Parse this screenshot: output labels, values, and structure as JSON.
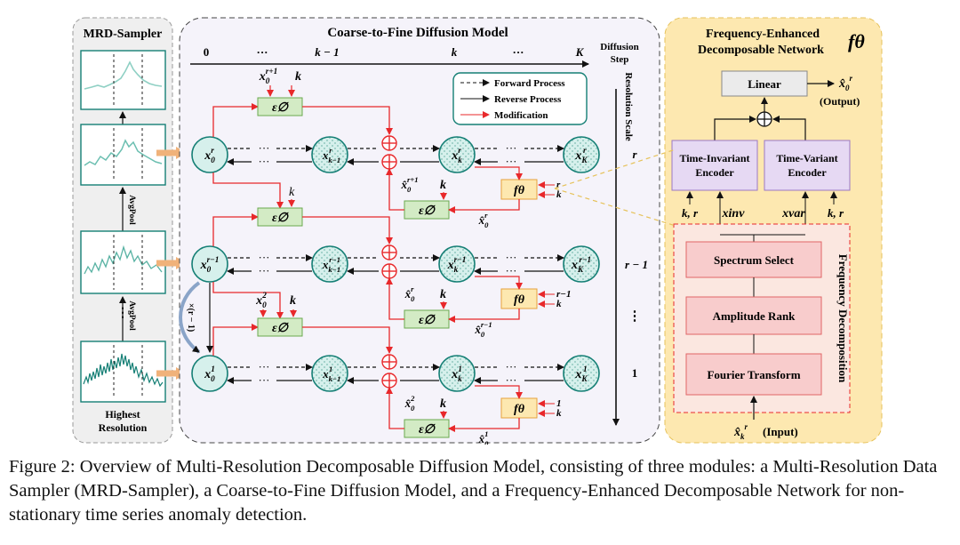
{
  "sampler": {
    "title": "MRD-Sampler",
    "avgpool": "AvgPool",
    "bottom_line1": "Highest",
    "bottom_line2": "Resolution"
  },
  "diffusion": {
    "title": "Coarse-to-Fine Diffusion Model",
    "step_label_1": "Diffusion",
    "step_label_2": "Step",
    "steps": [
      "0",
      "···",
      "k − 1",
      "k",
      "···",
      "K"
    ],
    "scale_label": "Resolution Scale",
    "scales": [
      "r",
      "r − 1",
      "⋮",
      "1"
    ],
    "legend": [
      "Forward Process",
      "Reverse Process",
      "Modification"
    ],
    "epsilon": "ε∅"
  },
  "network": {
    "title_1": "Frequency-Enhanced",
    "title_2": "Decomposable Network",
    "symbol": "fθ",
    "linear": "Linear",
    "output_label": "(Output)",
    "encoders": [
      {
        "line1": "Time-Invariant",
        "line2": "Encoder"
      },
      {
        "line1": "Time-Variant",
        "line2": "Encoder"
      }
    ],
    "inputs": [
      "k, r",
      "xinv",
      "xvar",
      "k, r"
    ],
    "decomposition_label": "Frequency Decomposition",
    "blocks": [
      "Spectrum Select",
      "Amplitude Rank",
      "Fourier Transform"
    ],
    "input_label": "(Input)"
  },
  "caption": "Figure 2: Overview of Multi-Resolution Decomposable Diffusion Model, consisting of three modules: a Multi-Resolution Data Sampler (MRD-Sampler), a Coarse-to-Fine Diffusion Model, and a Frequency-Enhanced Decomposable Network for non-stationary time series anomaly detection.",
  "colors": {
    "accent_red": "#e8282b",
    "teal": "#157f75",
    "node_fill": "#d6f0ec",
    "eps_fill": "#d3ebc5",
    "encoder_fill": "#e6d9f3",
    "decomp_fill": "#f8cccc",
    "network_bg": "#fde8b0"
  }
}
